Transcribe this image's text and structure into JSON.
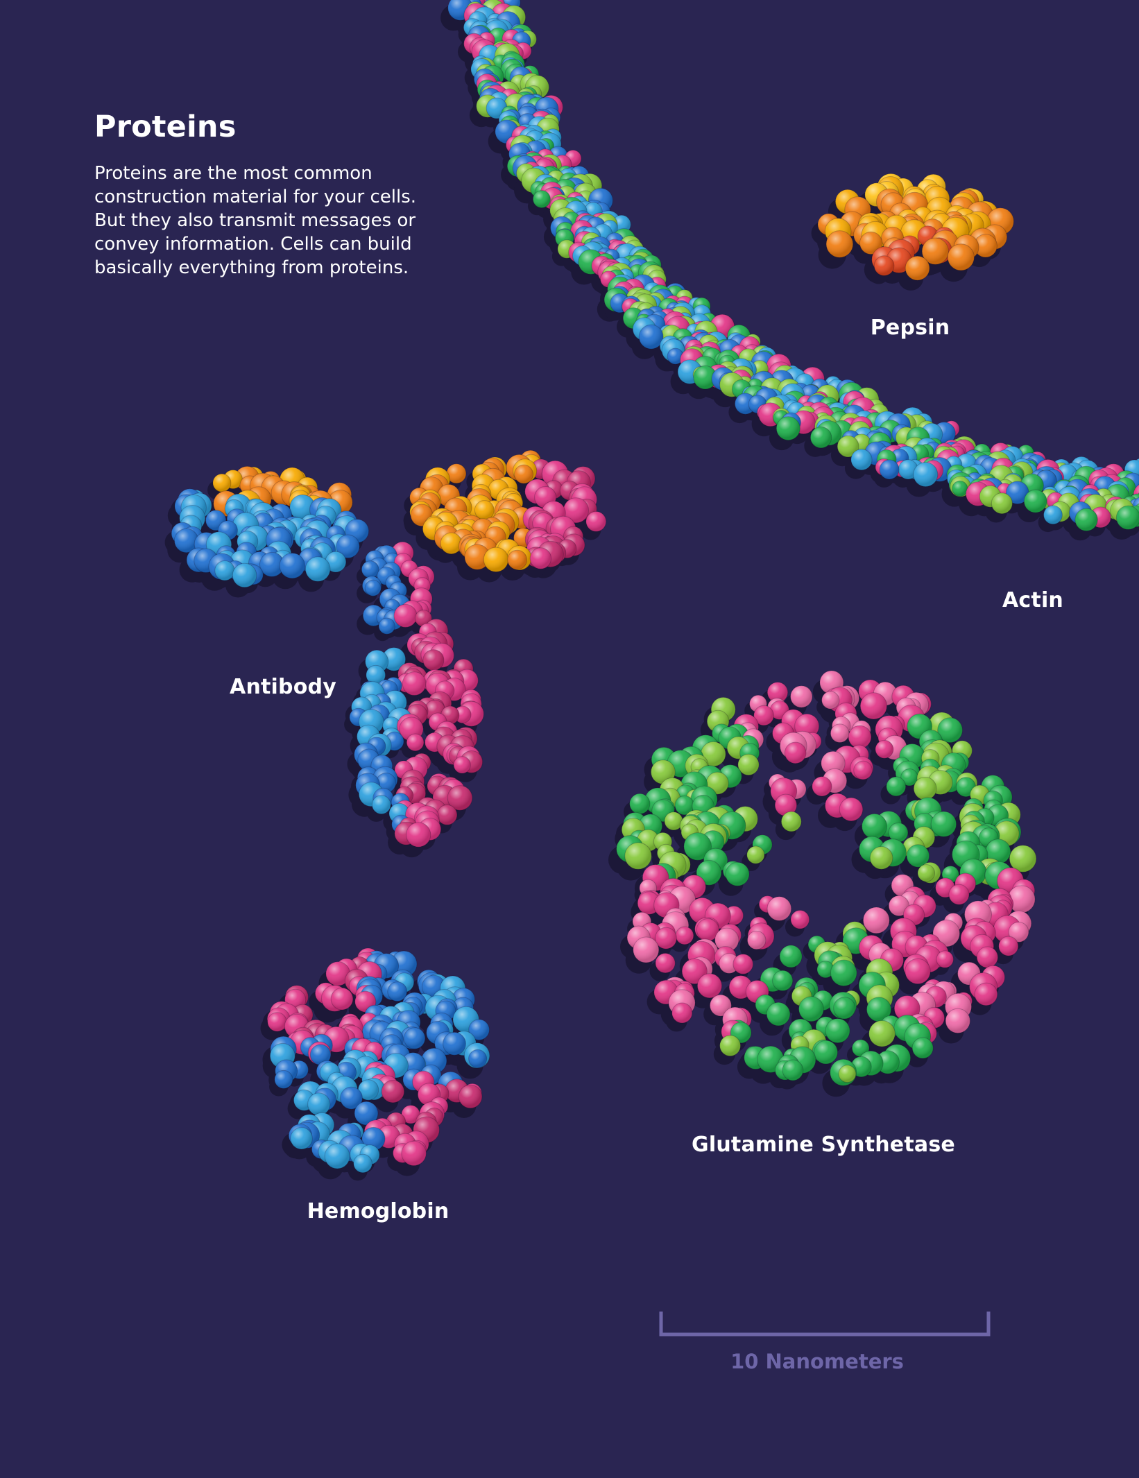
{
  "intro": {
    "title": "Proteins",
    "body": "Proteins are the most common\nconstruction material for your cells.\nBut they also transmit messages or\nconvey information. Cells can build\nbasically everything from proteins."
  },
  "proteins": {
    "actin": {
      "label": "Actin",
      "colors": [
        "#1e6fd0",
        "#2ca0de",
        "#e23486",
        "#1fb04c",
        "#86c93a"
      ]
    },
    "pepsin": {
      "label": "Pepsin",
      "colors": [
        "#f7a900",
        "#f07c10",
        "#e4461e",
        "#ffc21a"
      ]
    },
    "antibody": {
      "label": "Antibody",
      "colors": [
        "#1e6fd0",
        "#2ca0de",
        "#f7a900",
        "#f07c10",
        "#e23486",
        "#c72a6e"
      ]
    },
    "glutamine_synthetase": {
      "label": "Glutamine Synthetase",
      "colors": [
        "#1fb04c",
        "#86c93a",
        "#e23486",
        "#f06aa8"
      ]
    },
    "hemoglobin": {
      "label": "Hemoglobin",
      "colors": [
        "#1e6fd0",
        "#2ca0de",
        "#e23486",
        "#c72a6e"
      ]
    }
  },
  "scale_bar": {
    "label": "10 Nanometers",
    "color": "#6e66a8"
  },
  "background_color": "#2a2552"
}
